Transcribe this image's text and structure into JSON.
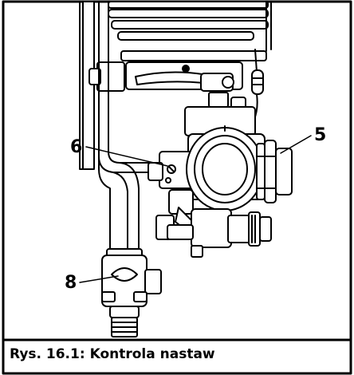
{
  "figure": {
    "callouts": {
      "six": "6",
      "five": "5",
      "eight": "8"
    },
    "caption": "Rys. 16.1: Kontrola nastaw"
  },
  "colors": {
    "stroke": "#000000",
    "fill": "#ffffff"
  }
}
